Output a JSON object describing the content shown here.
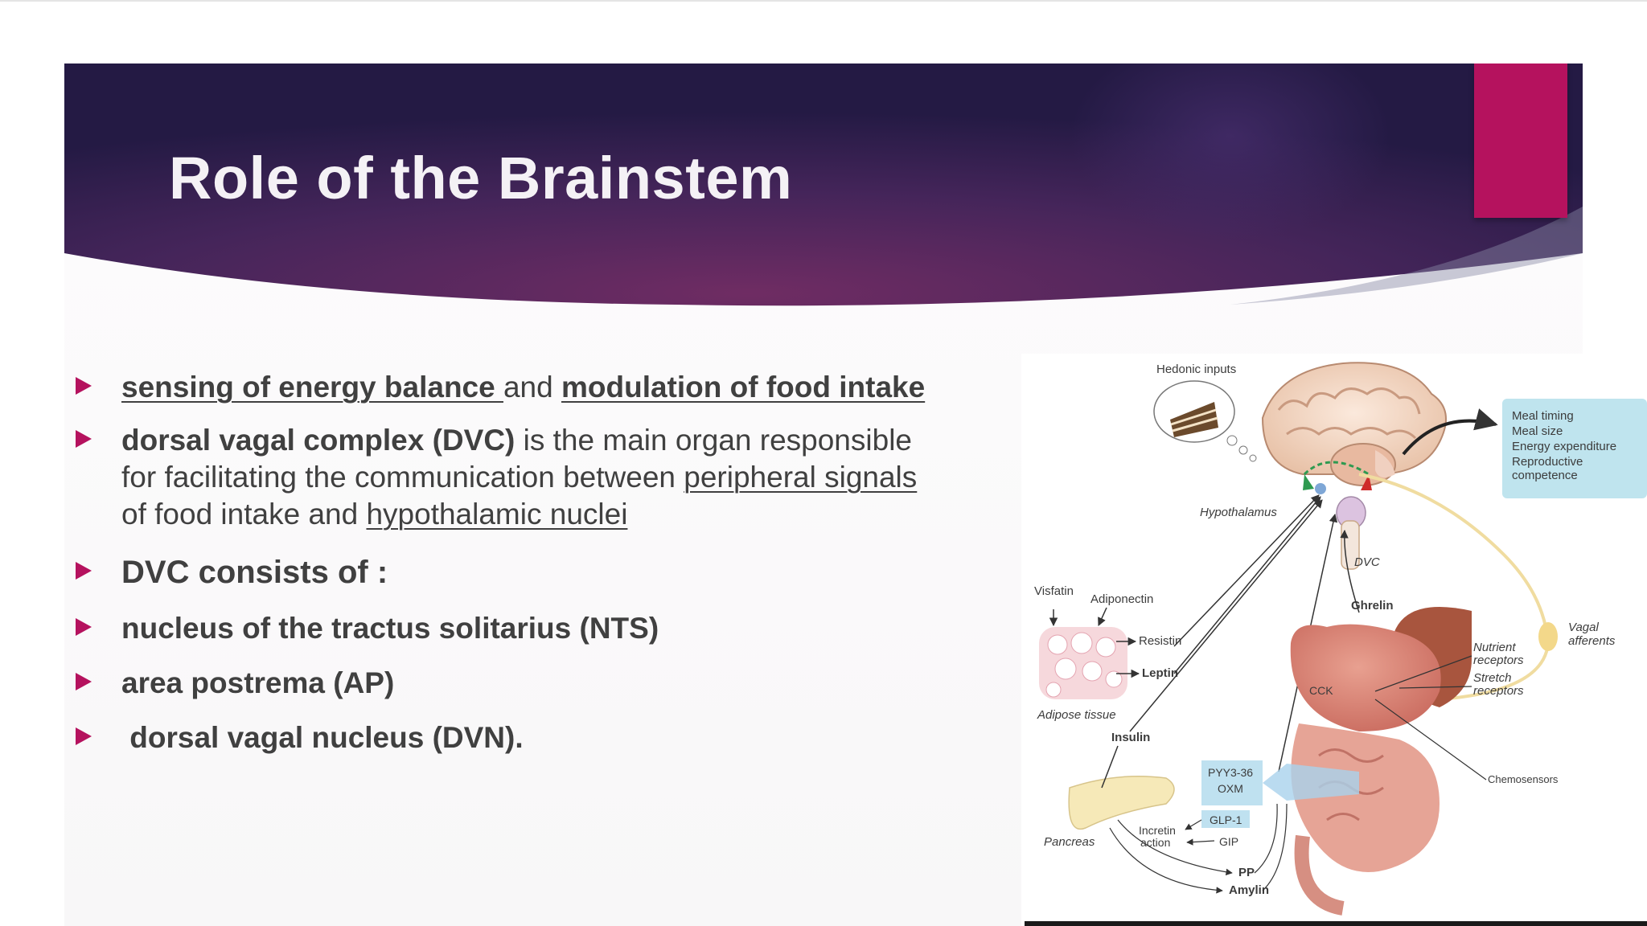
{
  "slide": {
    "title": "Role of the Brainstem",
    "bullets": [
      {
        "parts": [
          {
            "text": "sensing of energy balance ",
            "bold": true,
            "underline": true
          },
          {
            "text": "and ",
            "bold": false,
            "underline": false
          },
          {
            "text": "modulation of food intake",
            "bold": true,
            "underline": true
          }
        ]
      },
      {
        "lines": [
          [
            {
              "text": "dorsal vagal complex (DVC)",
              "bold": true
            },
            {
              "text": " is the main organ responsible"
            }
          ],
          [
            {
              "text": "for facilitating the communication between "
            },
            {
              "text": "peripheral signals",
              "underline": true
            }
          ],
          [
            {
              "text": "of food intake and "
            },
            {
              "text": "hypothalamic nuclei",
              "underline": true
            }
          ]
        ]
      },
      {
        "text": "DVC consists of :"
      },
      {
        "text": "nucleus of the tractus solitarius (NTS)"
      },
      {
        "text": "area postrema (AP)"
      },
      {
        "text": " dorsal vagal nucleus (DVN)."
      }
    ]
  },
  "figure": {
    "labels": {
      "hedonic": "Hedonic inputs",
      "hypothalamus": "Hypothalamus",
      "dvc": "DVC",
      "ghrelin": "Ghrelin",
      "visfatin": "Visfatin",
      "adiponectin": "Adiponectin",
      "resistin": "Resistin",
      "leptin": "Leptin",
      "adipose": "Adipose tissue",
      "insulin": "Insulin",
      "pancreas": "Pancreas",
      "incretin1": "Incretin",
      "incretin2": "action",
      "pyy1": "PYY3-36",
      "pyy2": "OXM",
      "glp1": "GLP-1",
      "gip": "GIP",
      "pp": "PP",
      "amylin": "Amylin",
      "cck": "CCK",
      "nutrient1": "Nutrient",
      "nutrient2": "receptors",
      "stretch1": "Stretch",
      "stretch2": "receptors",
      "chemo": "Chemosensors",
      "vagal1": "Vagal",
      "vagal2": "afferents"
    },
    "outcomes": [
      "Meal timing",
      "Meal size",
      "Energy expenditure",
      "Reproductive",
      "competence"
    ]
  },
  "colors": {
    "accent": "#b5125e",
    "banner_dark": "#2a1d4a",
    "banner_mid": "#6a2a5e",
    "text": "#404040"
  }
}
